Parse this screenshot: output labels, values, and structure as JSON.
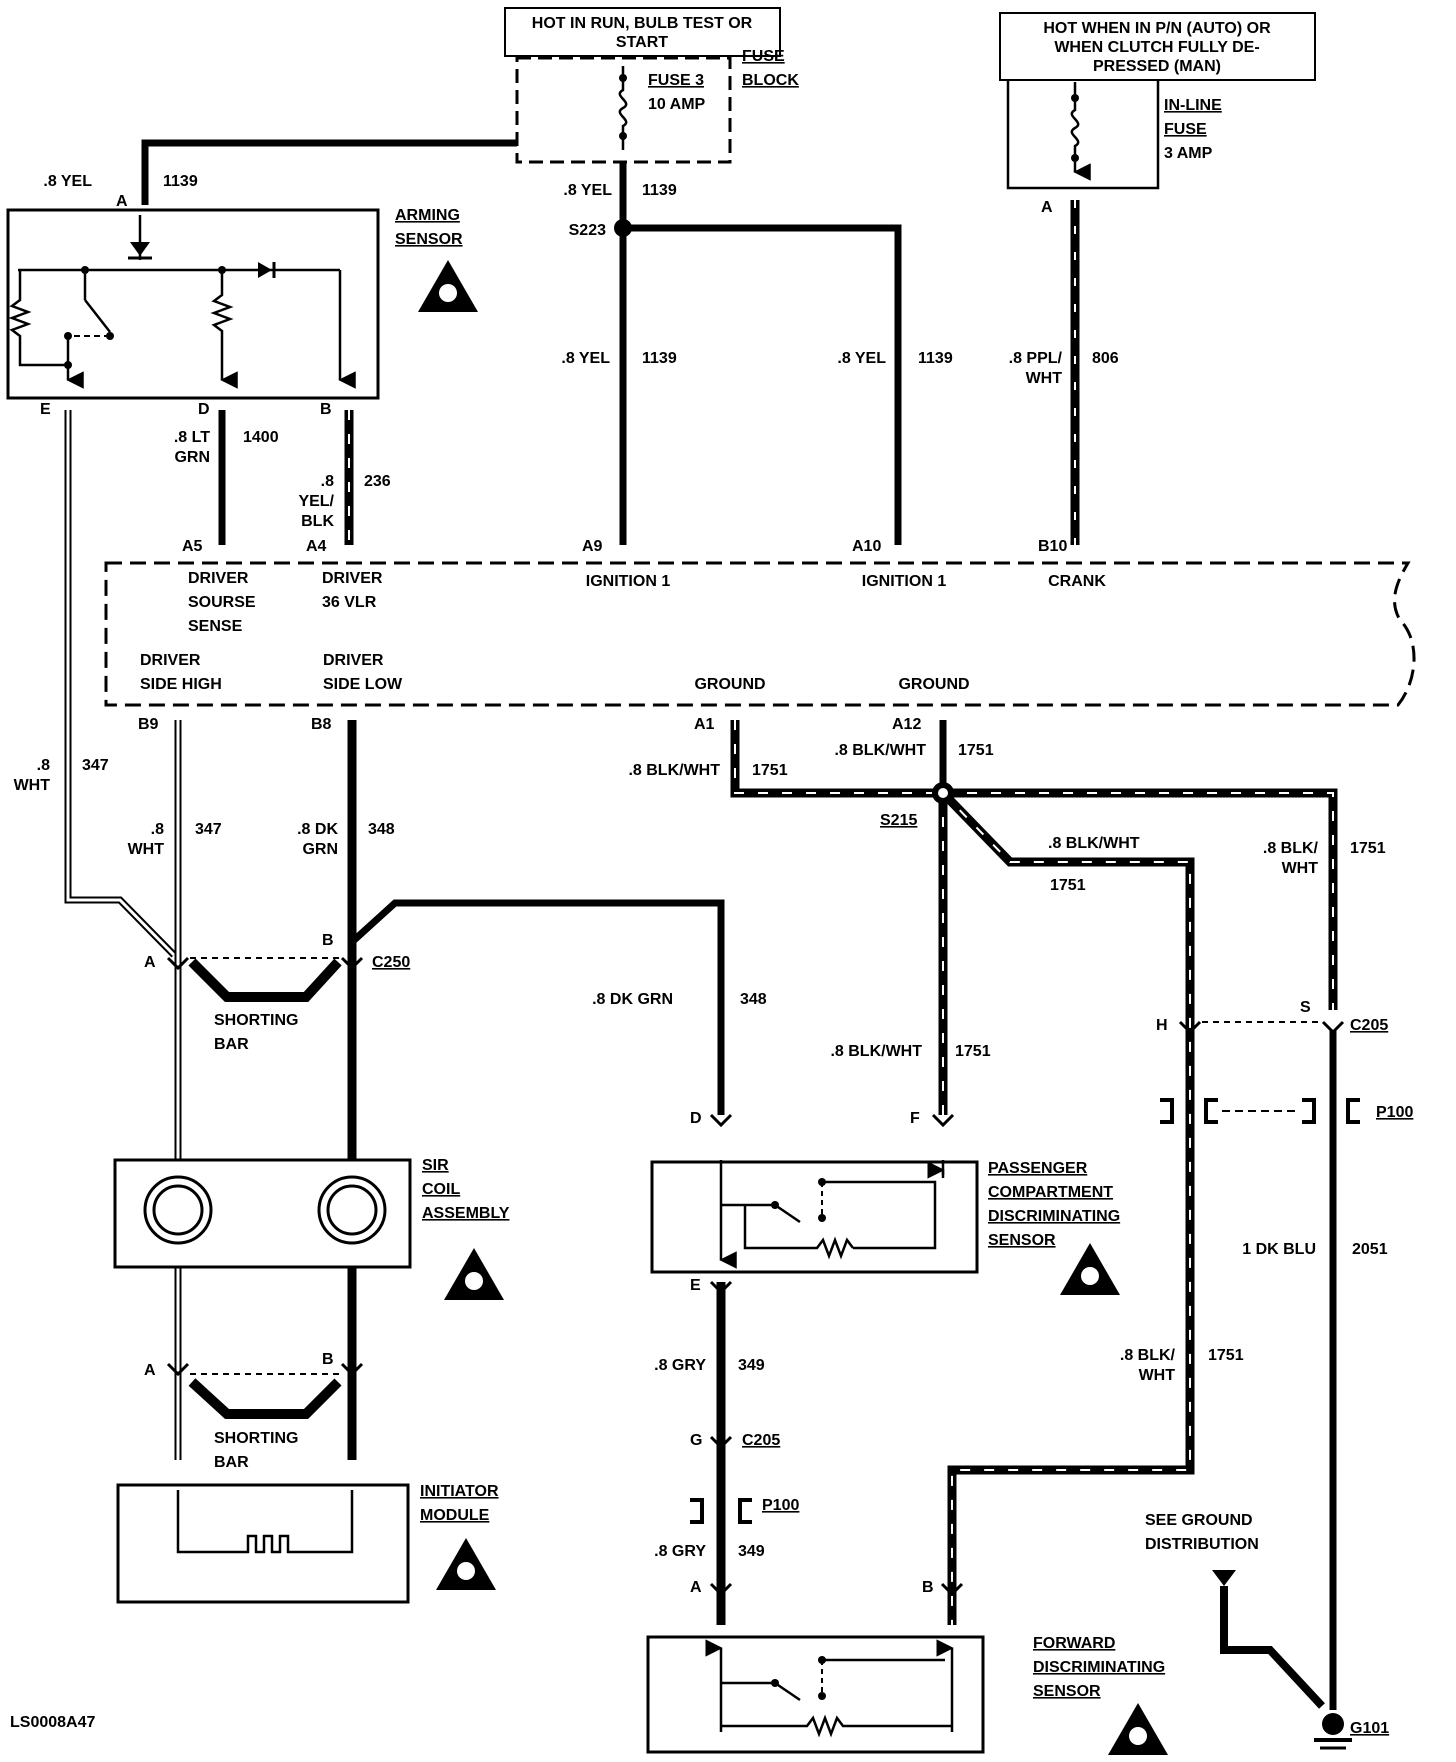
{
  "power": {
    "top_box": [
      "HOT IN RUN, BULB TEST OR",
      "START"
    ],
    "fuse_block": [
      "FUSE",
      "BLOCK"
    ],
    "fuse3": [
      "FUSE 3",
      "10 AMP"
    ],
    "crank_box": [
      "HOT WHEN IN P/N (AUTO) OR",
      "WHEN CLUTCH FULLY DE-",
      "PRESSED (MAN)"
    ],
    "inline_fuse": [
      "IN-LINE",
      "FUSE",
      "3 AMP"
    ]
  },
  "wires": {
    "w_8yel": ".8 YEL",
    "w_1139": "1139",
    "w_8ppl": ".8 PPL/",
    "w_wht": "WHT",
    "w_806": "806",
    "w_8lt": ".8 LT",
    "w_grn": "GRN",
    "w_1400": "1400",
    "w_8": ".8",
    "w_yel": "YEL/",
    "w_blk": "BLK",
    "w_236": "236",
    "w_347": "347",
    "w_8dk": ".8 DK",
    "w_348": "348",
    "w_8dkgrn": ".8 DK GRN",
    "w_8blkwht": ".8 BLK/WHT",
    "w_1751": "1751",
    "w_8blk": ".8 BLK/",
    "w_1dkblu": "1 DK BLU",
    "w_2051": "2051",
    "w_8gry": ".8 GRY",
    "w_349": "349"
  },
  "splices": {
    "s223": "S223",
    "s215": "S215"
  },
  "connectors": {
    "c250": "C250",
    "c205": "C205",
    "p100": "P100",
    "g101": "G101"
  },
  "pins": {
    "A": "A",
    "B": "B",
    "D": "D",
    "E": "E",
    "F": "F",
    "G": "G",
    "H": "H",
    "S": "S",
    "A5": "A5",
    "A4": "A4",
    "A9": "A9",
    "A10": "A10",
    "B10": "B10",
    "B9": "B9",
    "B8": "B8",
    "A1": "A1",
    "A12": "A12"
  },
  "module": {
    "driver": "DRIVER",
    "sourse": "SOURSE",
    "sense": "SENSE",
    "vlr": "36 VLR",
    "ignition1": "IGNITION 1",
    "crank": "CRANK",
    "side_high": "SIDE HIGH",
    "side_low": "SIDE LOW",
    "ground": "GROUND"
  },
  "components": {
    "arming_sensor": [
      "ARMING",
      "SENSOR"
    ],
    "sir_coil": [
      "SIR",
      "COIL",
      "ASSEMBLY"
    ],
    "shorting_bar": [
      "SHORTING",
      "BAR"
    ],
    "initiator": [
      "INITIATOR",
      "MODULE"
    ],
    "passenger_sensor": [
      "PASSENGER",
      "COMPARTMENT",
      "DISCRIMINATING",
      "SENSOR"
    ],
    "forward_sensor": [
      "FORWARD",
      "DISCRIMINATING",
      "SENSOR"
    ],
    "see_ground": [
      "SEE GROUND",
      "DISTRIBUTION"
    ]
  },
  "figure_code": "LS0008A47"
}
